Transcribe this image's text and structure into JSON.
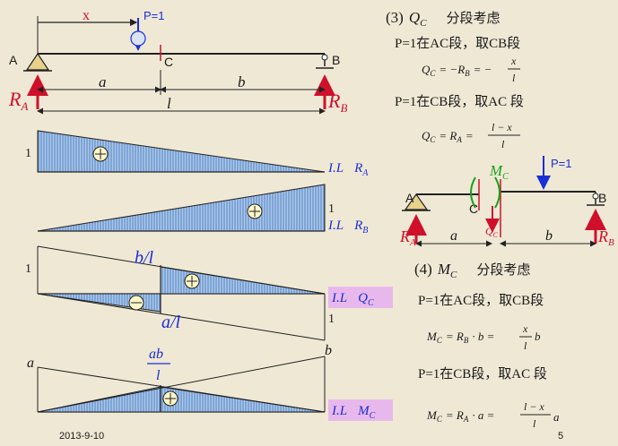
{
  "beam": {
    "x_label": "x",
    "load_label": "P=1",
    "support_a": "A",
    "support_b": "B",
    "point_c": "C",
    "dim_a": "a",
    "dim_b": "b",
    "dim_l": "l",
    "reaction_a_main": "R",
    "reaction_a_sub": "A",
    "reaction_b_main": "R",
    "reaction_b_sub": "B"
  },
  "influence_lines": {
    "ra": {
      "left_value": "1",
      "label": "I.L",
      "symbol": "R",
      "sub": "A"
    },
    "rb": {
      "right_value": "1",
      "label": "I.L",
      "symbol": "R",
      "sub": "B"
    },
    "qc": {
      "left_value": "1",
      "right_value": "1",
      "upper_ratio": "b/l",
      "lower_ratio": "a/l",
      "label": "I.L",
      "symbol": "Q",
      "sub": "C"
    },
    "mc": {
      "left_value": "a",
      "right_value": "b",
      "peak_num": "ab",
      "peak_den": "l",
      "label": "I.L",
      "symbol": "M",
      "sub": "C"
    }
  },
  "section3": {
    "heading_num": "(3)",
    "heading_symbol": "Q",
    "heading_sub": "C",
    "heading_text": "分段考虑",
    "case1": "P=1在AC段，取CB段",
    "formula1": {
      "lhs": "Q",
      "lhs_sub": "C",
      "eq1": "= −R",
      "eq1_sub": "B",
      "eq2": "= −",
      "num": "x",
      "den": "l"
    },
    "case2": "P=1在CB段，取AC 段",
    "formula2": {
      "lhs": "Q",
      "lhs_sub": "C",
      "eq1": "= R",
      "eq1_sub": "A",
      "eq2": "=",
      "num": "l − x",
      "den": "l"
    }
  },
  "free_body": {
    "support_a": "A",
    "support_b": "B",
    "point_c": "C",
    "moment_main": "M",
    "moment_sub": "C",
    "shear_main": "Q",
    "shear_sub": "C",
    "load_label": "P=1",
    "dim_a": "a",
    "dim_b": "b",
    "reaction_a_main": "R",
    "reaction_a_sub": "A",
    "reaction_b_main": "R",
    "reaction_b_sub": "B"
  },
  "section4": {
    "heading_num": "(4)",
    "heading_symbol": "M",
    "heading_sub": "C",
    "heading_text": "分段考虑",
    "case1": "P=1在AC段，取CB段",
    "formula1": {
      "lhs": "M",
      "lhs_sub": "C",
      "eq1": "= R",
      "eq1_sub": "B",
      "eq_mid": "· b =",
      "num": "x",
      "den": "l",
      "tail": "b"
    },
    "case2": "P=1在CB段，取AC 段",
    "formula2": {
      "lhs": "M",
      "lhs_sub": "C",
      "eq1": "= R",
      "eq1_sub": "A",
      "eq_mid": "· a =",
      "num": "l − x",
      "den": "l",
      "tail": "a"
    }
  },
  "footer": {
    "date": "2013-9-10",
    "page_number": "5"
  },
  "colors": {
    "fill": "#9fc3e6",
    "hatch": "#5b86c4",
    "blue_text": "#1a2fd6",
    "red": "#d0102a",
    "label_bg": "#e8b8ec",
    "background": "#efe8d5"
  }
}
